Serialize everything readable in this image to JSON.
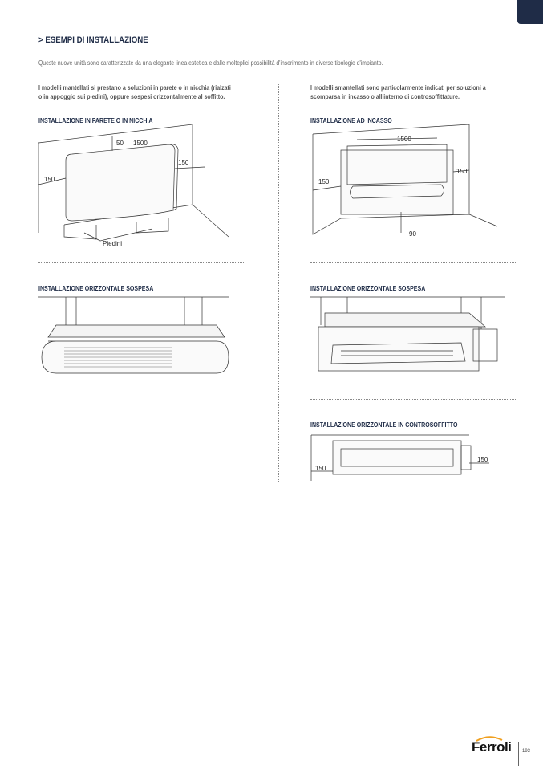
{
  "title": "> ESEMPI DI INSTALLAZIONE",
  "intro": "Queste nuove unità sono caratterizzate da una elegante linea estetica e dalle molteplici possibilità d'inserimento in diverse tipologie d'impianto.",
  "left": {
    "para": [
      "I modelli mantellati si prestano a soluzioni in parete o in nicchia (rialzati",
      "o in appoggio sui piedini), oppure sospesi orizzontalmente al soffitto."
    ],
    "sections": [
      {
        "title": "INSTALLAZIONE IN PARETE O IN NICCHIA",
        "labels": {
          "d50": "50",
          "d1500": "1500",
          "d150a": "150",
          "d150b": "150",
          "piedini": "Piedini"
        }
      },
      {
        "title": "INSTALLAZIONE ORIZZONTALE SOSPESA"
      }
    ]
  },
  "right": {
    "para": [
      "I modelli smantellati sono particolarmente indicati per soluzioni a",
      "scomparsa in incasso o all'interno di controsoffittature."
    ],
    "sections": [
      {
        "title": "INSTALLAZIONE AD INCASSO",
        "labels": {
          "d1500": "1500",
          "d150a": "150",
          "d150b": "150",
          "d90": "90"
        }
      },
      {
        "title": "INSTALLAZIONE ORIZZONTALE SOSPESA"
      },
      {
        "title": "INSTALLAZIONE ORIZZONTALE IN CONTROSOFFITTO",
        "labels": {
          "d150a": "150",
          "d150b": "150"
        }
      }
    ]
  },
  "footer": {
    "brand": "Ferroli",
    "page": "193"
  }
}
